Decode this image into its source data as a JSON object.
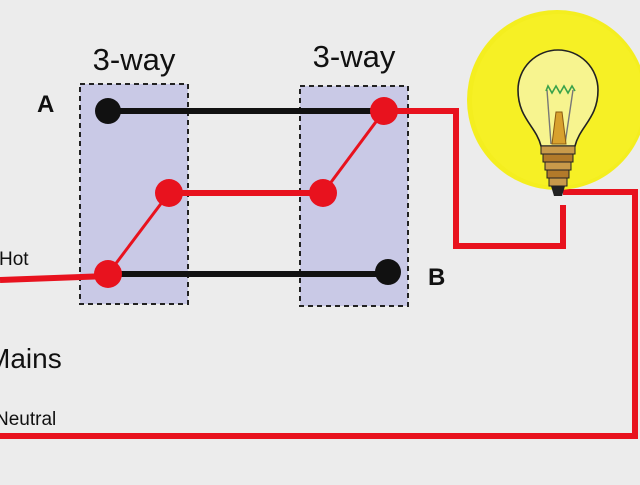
{
  "switches": [
    {
      "title": "3-way"
    },
    {
      "title": "3-way"
    }
  ],
  "terminals": {
    "a_label": "A",
    "b_label": "B"
  },
  "mains": {
    "label": "Mains",
    "hot_label": "Hot",
    "neutral_label": "Neutral"
  },
  "colors": {
    "background": "#ececec",
    "wire_live": "#e8121e",
    "wire_traveler_off": "#111111",
    "switch_box": "#c9c9e6",
    "bulb_glow": "#f4ee1f",
    "bulb_base": "#b27a2a"
  },
  "icons": [
    "light-bulb-icon"
  ]
}
